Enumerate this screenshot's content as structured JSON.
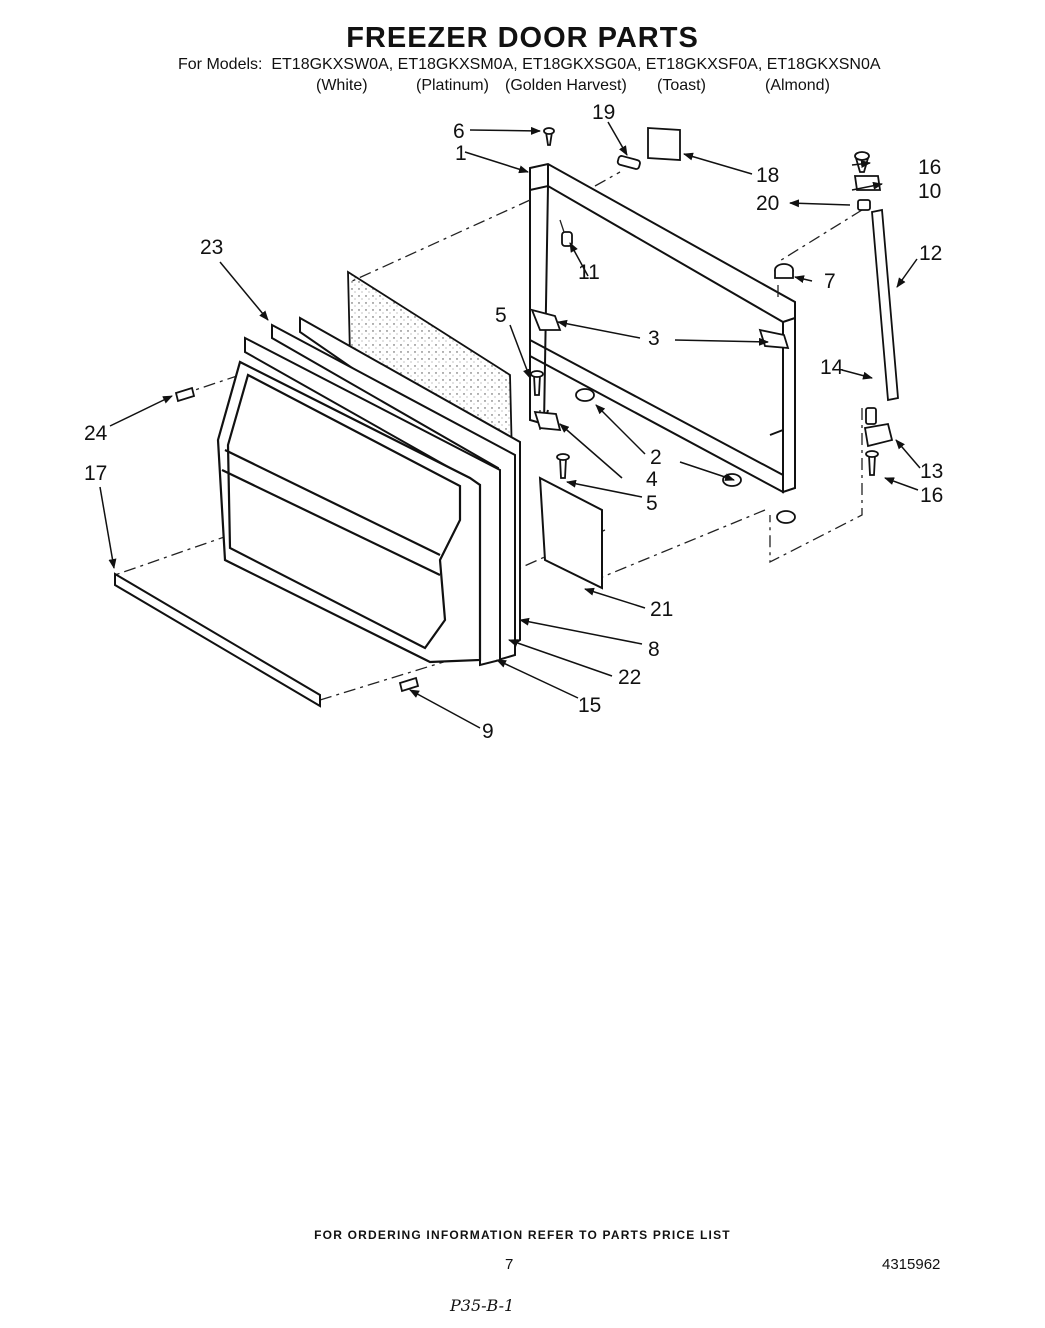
{
  "title": "FREEZER DOOR PARTS",
  "models": {
    "prefix": "For Models:",
    "list": [
      "ET18GKXSW0A,",
      "ET18GKXSM0A,",
      "ET18GKXSG0A,",
      "ET18GKXSF0A,",
      "ET18GKXSN0A"
    ],
    "colors": [
      "(White)",
      "(Platinum)",
      "(Golden Harvest)",
      "(Toast)",
      "(Almond)"
    ]
  },
  "callouts": {
    "c1": "1",
    "c2": "2",
    "c3": "3",
    "c4": "4",
    "c5a": "5",
    "c5b": "5",
    "c6": "6",
    "c7": "7",
    "c8": "8",
    "c9": "9",
    "c10": "10",
    "c11": "11",
    "c12": "12",
    "c13": "13",
    "c14": "14",
    "c15": "15",
    "c16a": "16",
    "c16b": "16",
    "c17": "17",
    "c18": "18",
    "c19": "19",
    "c20": "20",
    "c21": "21",
    "c22": "22",
    "c23": "23",
    "c24": "24"
  },
  "footer": {
    "ordering_note": "FOR ORDERING INFORMATION REFER TO PARTS PRICE LIST",
    "page_number": "7",
    "doc_number": "4315962",
    "handwritten_note": "P35-B-1"
  }
}
